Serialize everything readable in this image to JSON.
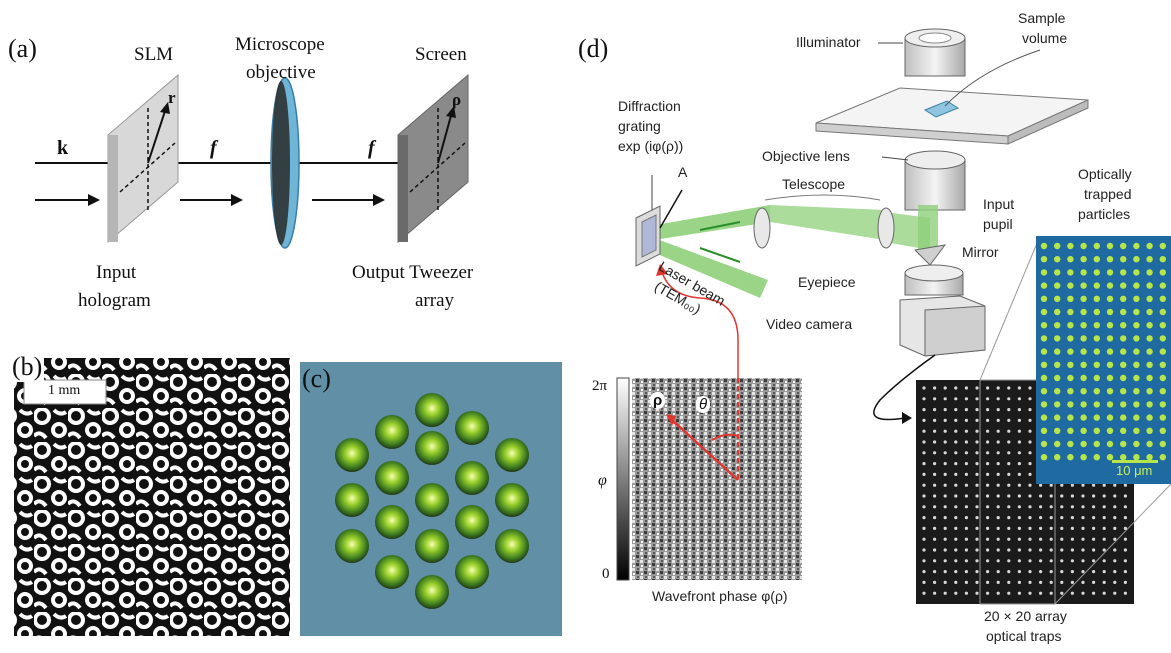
{
  "panels": {
    "a": {
      "label": "(a)",
      "slm": "SLM",
      "objective_line1": "Microscope",
      "objective_line2": "objective",
      "screen": "Screen",
      "k": "k",
      "f1": "f",
      "f2": "f",
      "r": "r",
      "rho": "ρ",
      "input_line1": "Input",
      "input_line2": "hologram",
      "output_line1": "Output Tweezer",
      "output_line2": "array"
    },
    "b": {
      "label": "(b)",
      "scale": "1 mm"
    },
    "c": {
      "label": "(c)"
    },
    "d": {
      "label": "(d)",
      "illuminator": "Illuminator",
      "sample_line1": "Sample",
      "sample_line2": "volume",
      "grating_line1": "Diffraction",
      "grating_line2": "grating",
      "grating_line3": "exp (iφ(ρ))",
      "objective_lens": "Objective lens",
      "telescope": "Telescope",
      "input_pupil_line1": "Input",
      "input_pupil_line2": "pupil",
      "mirror": "Mirror",
      "point_a": "A",
      "laser_line1": "Laser beam",
      "laser_line2": "(TEM₀₀)",
      "eyepiece": "Eyepiece",
      "video_camera": "Video camera",
      "trapped_line1": "Optically",
      "trapped_line2": "trapped",
      "trapped_line3": "particles",
      "scalebar": "10 μm",
      "phase_top": "2π",
      "phase_mid": "φ",
      "phase_bottom": "0",
      "rho": "ρ",
      "theta": "θ",
      "phase_caption": "Wavefront phase φ(ρ)",
      "array_line1": "20 × 20 array",
      "array_line2": "optical traps"
    }
  },
  "colors": {
    "lens_blue": "#6fb5d8",
    "laser_green": "#8fd07a",
    "arrow_red": "#e0362f",
    "trap_bg": "#1f6aa0",
    "trap_dot": "#b6e64a"
  }
}
